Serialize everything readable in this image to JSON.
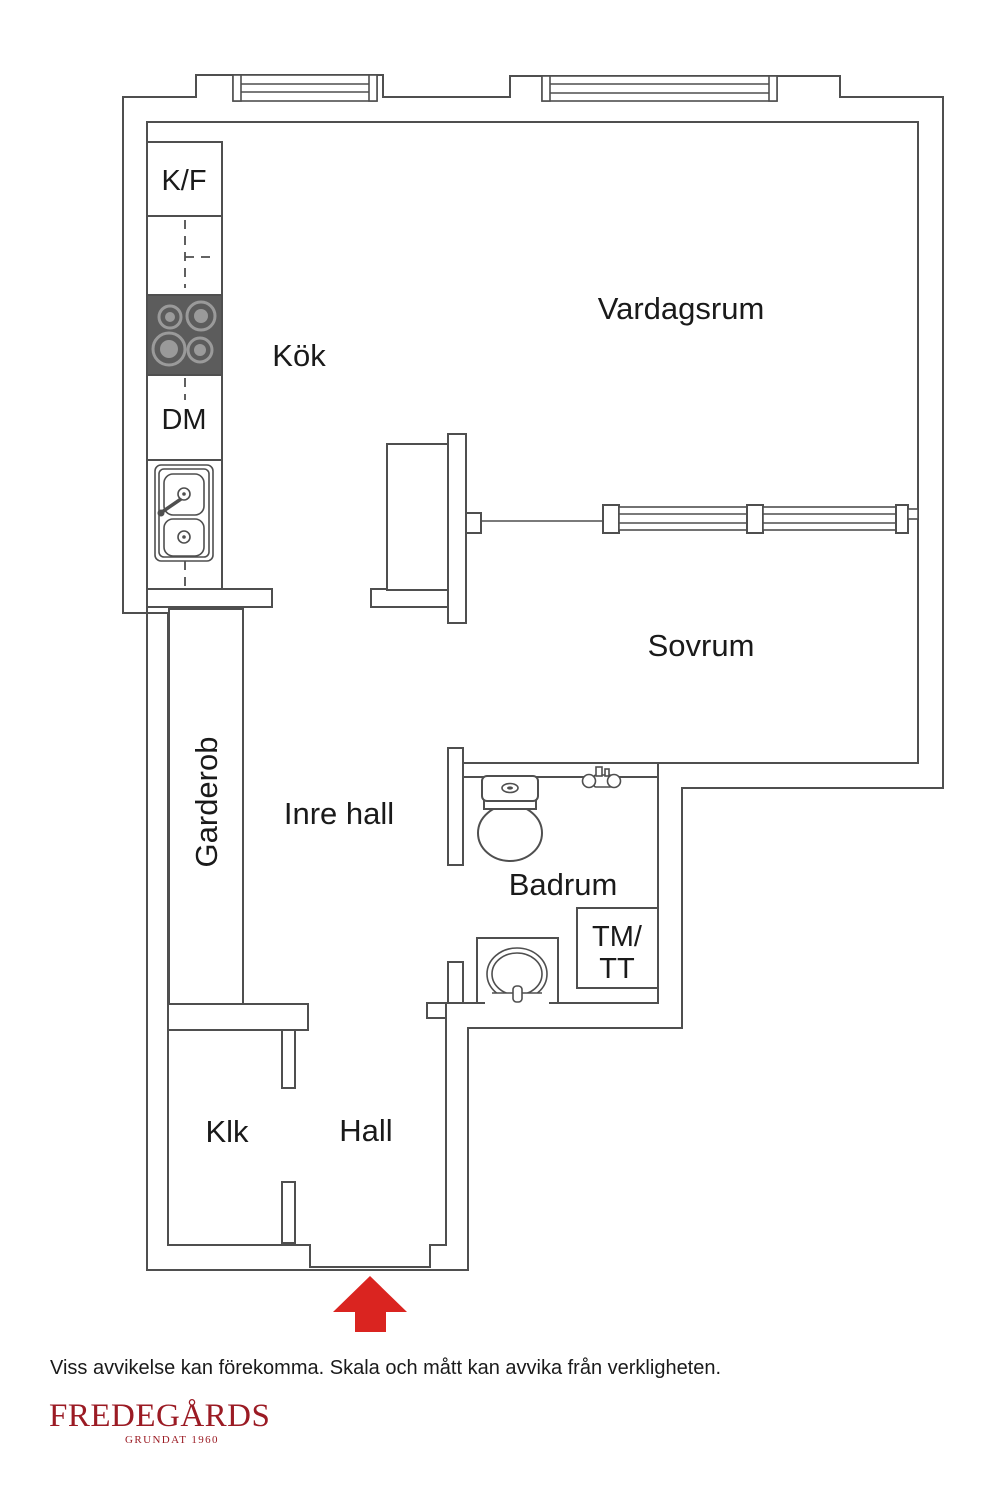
{
  "colors": {
    "wall": "#4f4f4f",
    "text": "#1a1a1a",
    "stove_fill": "#5c5c5c",
    "burner_ring": "#9a9a9a",
    "arrow_red": "#da2420",
    "logo_red": "#9b1b24"
  },
  "rooms": {
    "kitchen": "Kök",
    "living_room": "Vardagsrum",
    "bedroom": "Sovrum",
    "wardrobe": "Garderob",
    "inner_hall": "Inre hall",
    "bathroom": "Badrum",
    "closet": "Klk",
    "hall": "Hall"
  },
  "appliances": {
    "fridge_freezer": "K/F",
    "dishwasher": "DM",
    "washer_line1": "TM/",
    "washer_line2": "TT"
  },
  "footer": {
    "disclaimer": "Viss avvikelse kan förekomma. Skala och mått kan avvika från verkligheten.",
    "brand": "FREDEGÅRDS",
    "brand_sub": "GRUNDAT 1960"
  }
}
